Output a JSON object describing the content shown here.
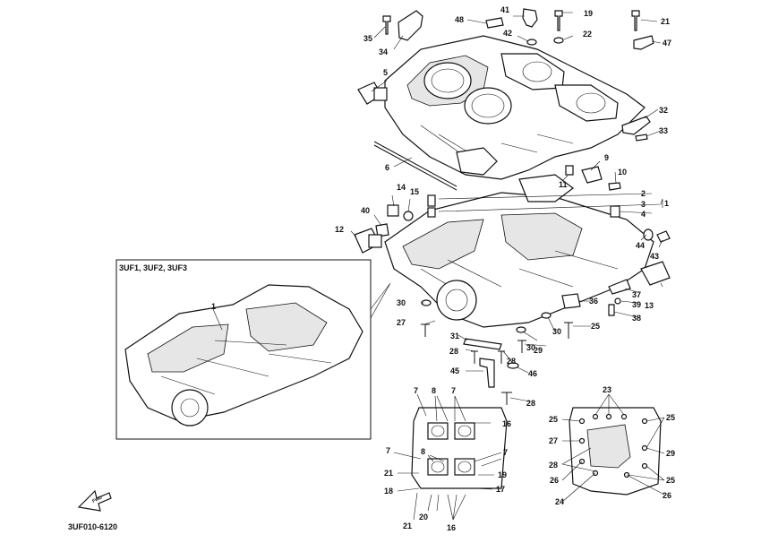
{
  "diagram": {
    "inset_label": "3UF1, 3UF2, 3UF3",
    "figure_code": "3UF010-6120",
    "fwd_label": "FWD"
  },
  "callouts": [
    {
      "id": "c35",
      "text": "35"
    },
    {
      "id": "c34",
      "text": "34"
    },
    {
      "id": "c5",
      "text": "5"
    },
    {
      "id": "c48",
      "text": "48"
    },
    {
      "id": "c41",
      "text": "41"
    },
    {
      "id": "c42",
      "text": "42"
    },
    {
      "id": "c19",
      "text": "19"
    },
    {
      "id": "c22",
      "text": "22"
    },
    {
      "id": "c21",
      "text": "21"
    },
    {
      "id": "c47",
      "text": "47"
    },
    {
      "id": "c32",
      "text": "32"
    },
    {
      "id": "c33",
      "text": "33"
    },
    {
      "id": "c6",
      "text": "6"
    },
    {
      "id": "c9",
      "text": "9"
    },
    {
      "id": "c10",
      "text": "10"
    },
    {
      "id": "c11",
      "text": "11"
    },
    {
      "id": "c14",
      "text": "14"
    },
    {
      "id": "c15",
      "text": "15"
    },
    {
      "id": "c2",
      "text": "2"
    },
    {
      "id": "c1a",
      "text": "1"
    },
    {
      "id": "c3",
      "text": "3"
    },
    {
      "id": "c4",
      "text": "4"
    },
    {
      "id": "c40",
      "text": "40"
    },
    {
      "id": "c12",
      "text": "12"
    },
    {
      "id": "c44",
      "text": "44"
    },
    {
      "id": "c43",
      "text": "43"
    },
    {
      "id": "c37",
      "text": "37"
    },
    {
      "id": "c39",
      "text": "39"
    },
    {
      "id": "c13",
      "text": "13"
    },
    {
      "id": "c38",
      "text": "38"
    },
    {
      "id": "c36",
      "text": "36"
    },
    {
      "id": "c30a",
      "text": "30"
    },
    {
      "id": "c27a",
      "text": "27"
    },
    {
      "id": "c30b",
      "text": "30"
    },
    {
      "id": "c25a",
      "text": "25"
    },
    {
      "id": "c31",
      "text": "31"
    },
    {
      "id": "c30c",
      "text": "30"
    },
    {
      "id": "c28a",
      "text": "28"
    },
    {
      "id": "c29a",
      "text": "29"
    },
    {
      "id": "c28b",
      "text": "28"
    },
    {
      "id": "c45",
      "text": "45"
    },
    {
      "id": "c46",
      "text": "46"
    },
    {
      "id": "c28c",
      "text": "28"
    },
    {
      "id": "c1b",
      "text": "1"
    },
    {
      "id": "c7a",
      "text": "7"
    },
    {
      "id": "c8a",
      "text": "8"
    },
    {
      "id": "c7b",
      "text": "7"
    },
    {
      "id": "c16a",
      "text": "16"
    },
    {
      "id": "c7c",
      "text": "7"
    },
    {
      "id": "c8b",
      "text": "8"
    },
    {
      "id": "c7d",
      "text": "7"
    },
    {
      "id": "c21a",
      "text": "21"
    },
    {
      "id": "c19b",
      "text": "19"
    },
    {
      "id": "c18",
      "text": "18"
    },
    {
      "id": "c17",
      "text": "17"
    },
    {
      "id": "c21b",
      "text": "21"
    },
    {
      "id": "c20",
      "text": "20"
    },
    {
      "id": "c16b",
      "text": "16"
    },
    {
      "id": "c23",
      "text": "23"
    },
    {
      "id": "c25b",
      "text": "25"
    },
    {
      "id": "c25c",
      "text": "25"
    },
    {
      "id": "c27b",
      "text": "27"
    },
    {
      "id": "c29b",
      "text": "29"
    },
    {
      "id": "c28d",
      "text": "28"
    },
    {
      "id": "c26a",
      "text": "26"
    },
    {
      "id": "c25d",
      "text": "25"
    },
    {
      "id": "c24",
      "text": "24"
    },
    {
      "id": "c26b",
      "text": "26"
    }
  ]
}
